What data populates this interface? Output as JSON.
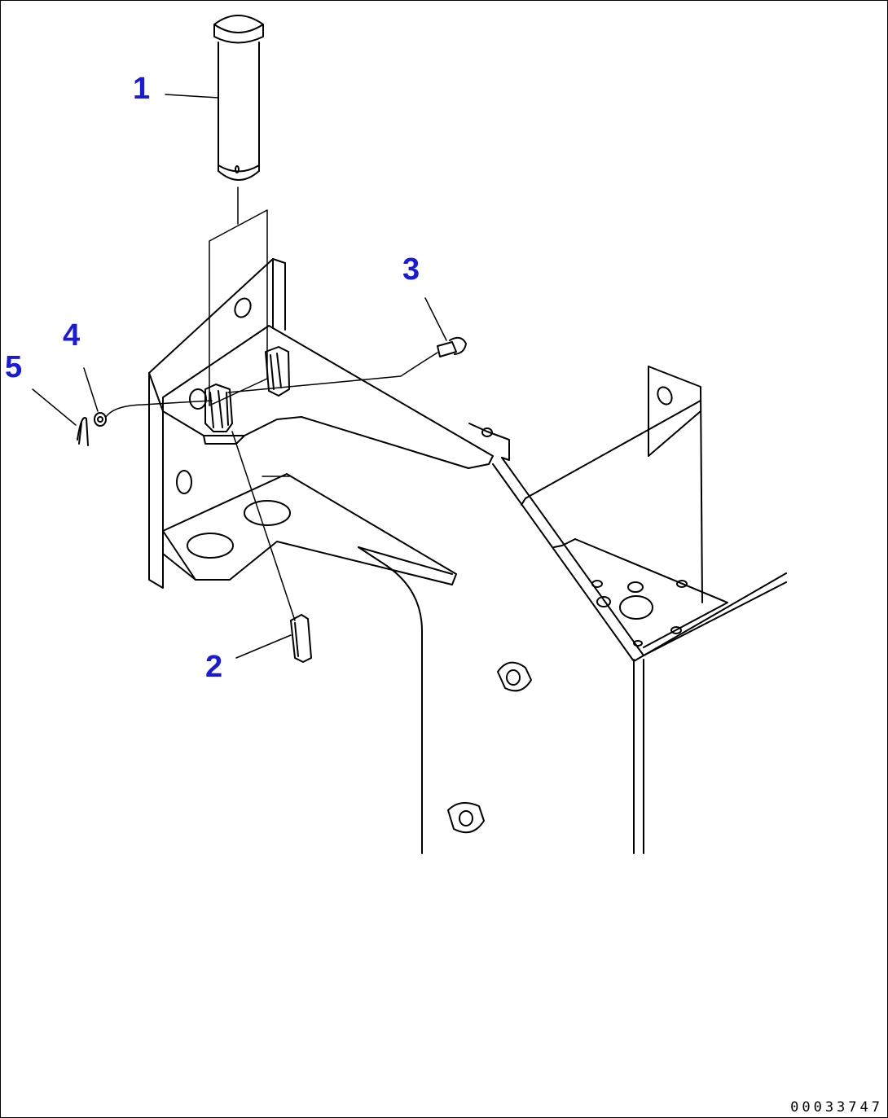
{
  "callouts": [
    {
      "id": "1",
      "label": "1"
    },
    {
      "id": "2",
      "label": "2"
    },
    {
      "id": "3",
      "label": "3"
    },
    {
      "id": "4",
      "label": "4"
    },
    {
      "id": "5",
      "label": "5"
    }
  ],
  "drawing_code": "00033747",
  "colors": {
    "callout": "#1a1adc",
    "line": "#000000",
    "background": "#ffffff"
  }
}
